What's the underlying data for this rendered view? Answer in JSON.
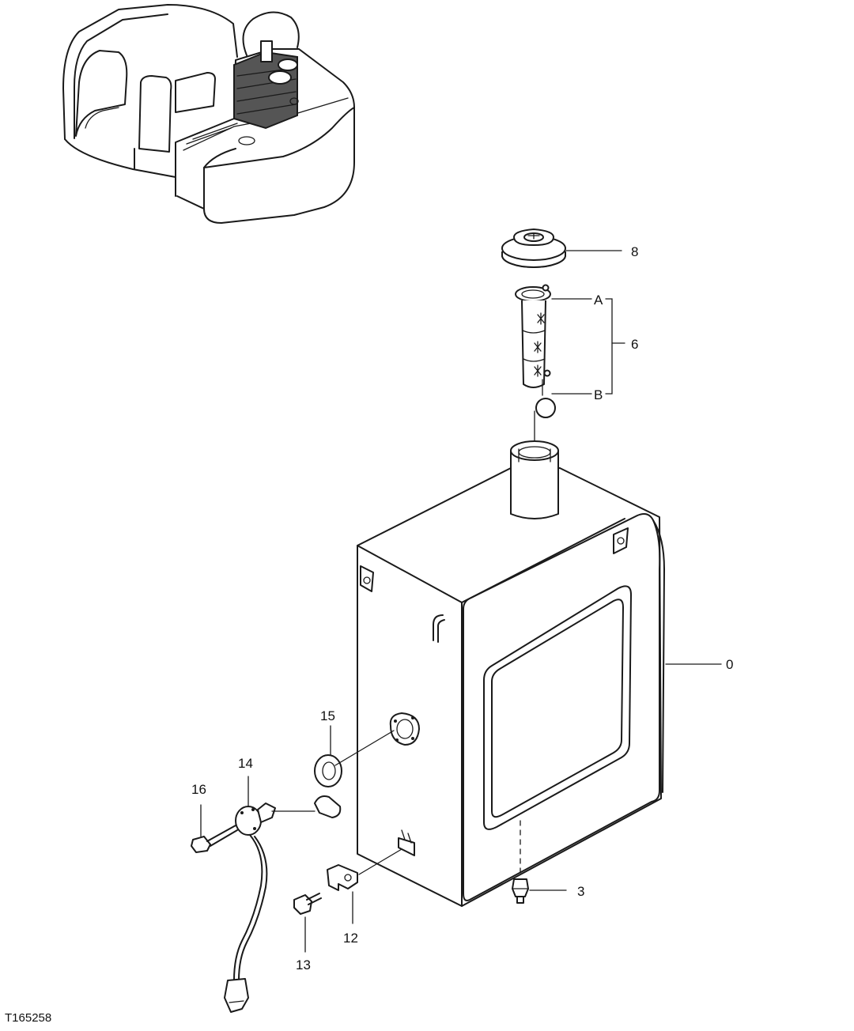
{
  "callouts": {
    "item_0": "0",
    "item_3": "3",
    "item_6": "6",
    "item_8": "8",
    "item_12": "12",
    "item_13": "13",
    "item_14": "14",
    "item_15": "15",
    "item_16": "16",
    "sub_a": "A",
    "sub_b": "B"
  },
  "figure_id": "T165258",
  "colors": {
    "line": "#1a1a1a",
    "background": "#ffffff"
  }
}
